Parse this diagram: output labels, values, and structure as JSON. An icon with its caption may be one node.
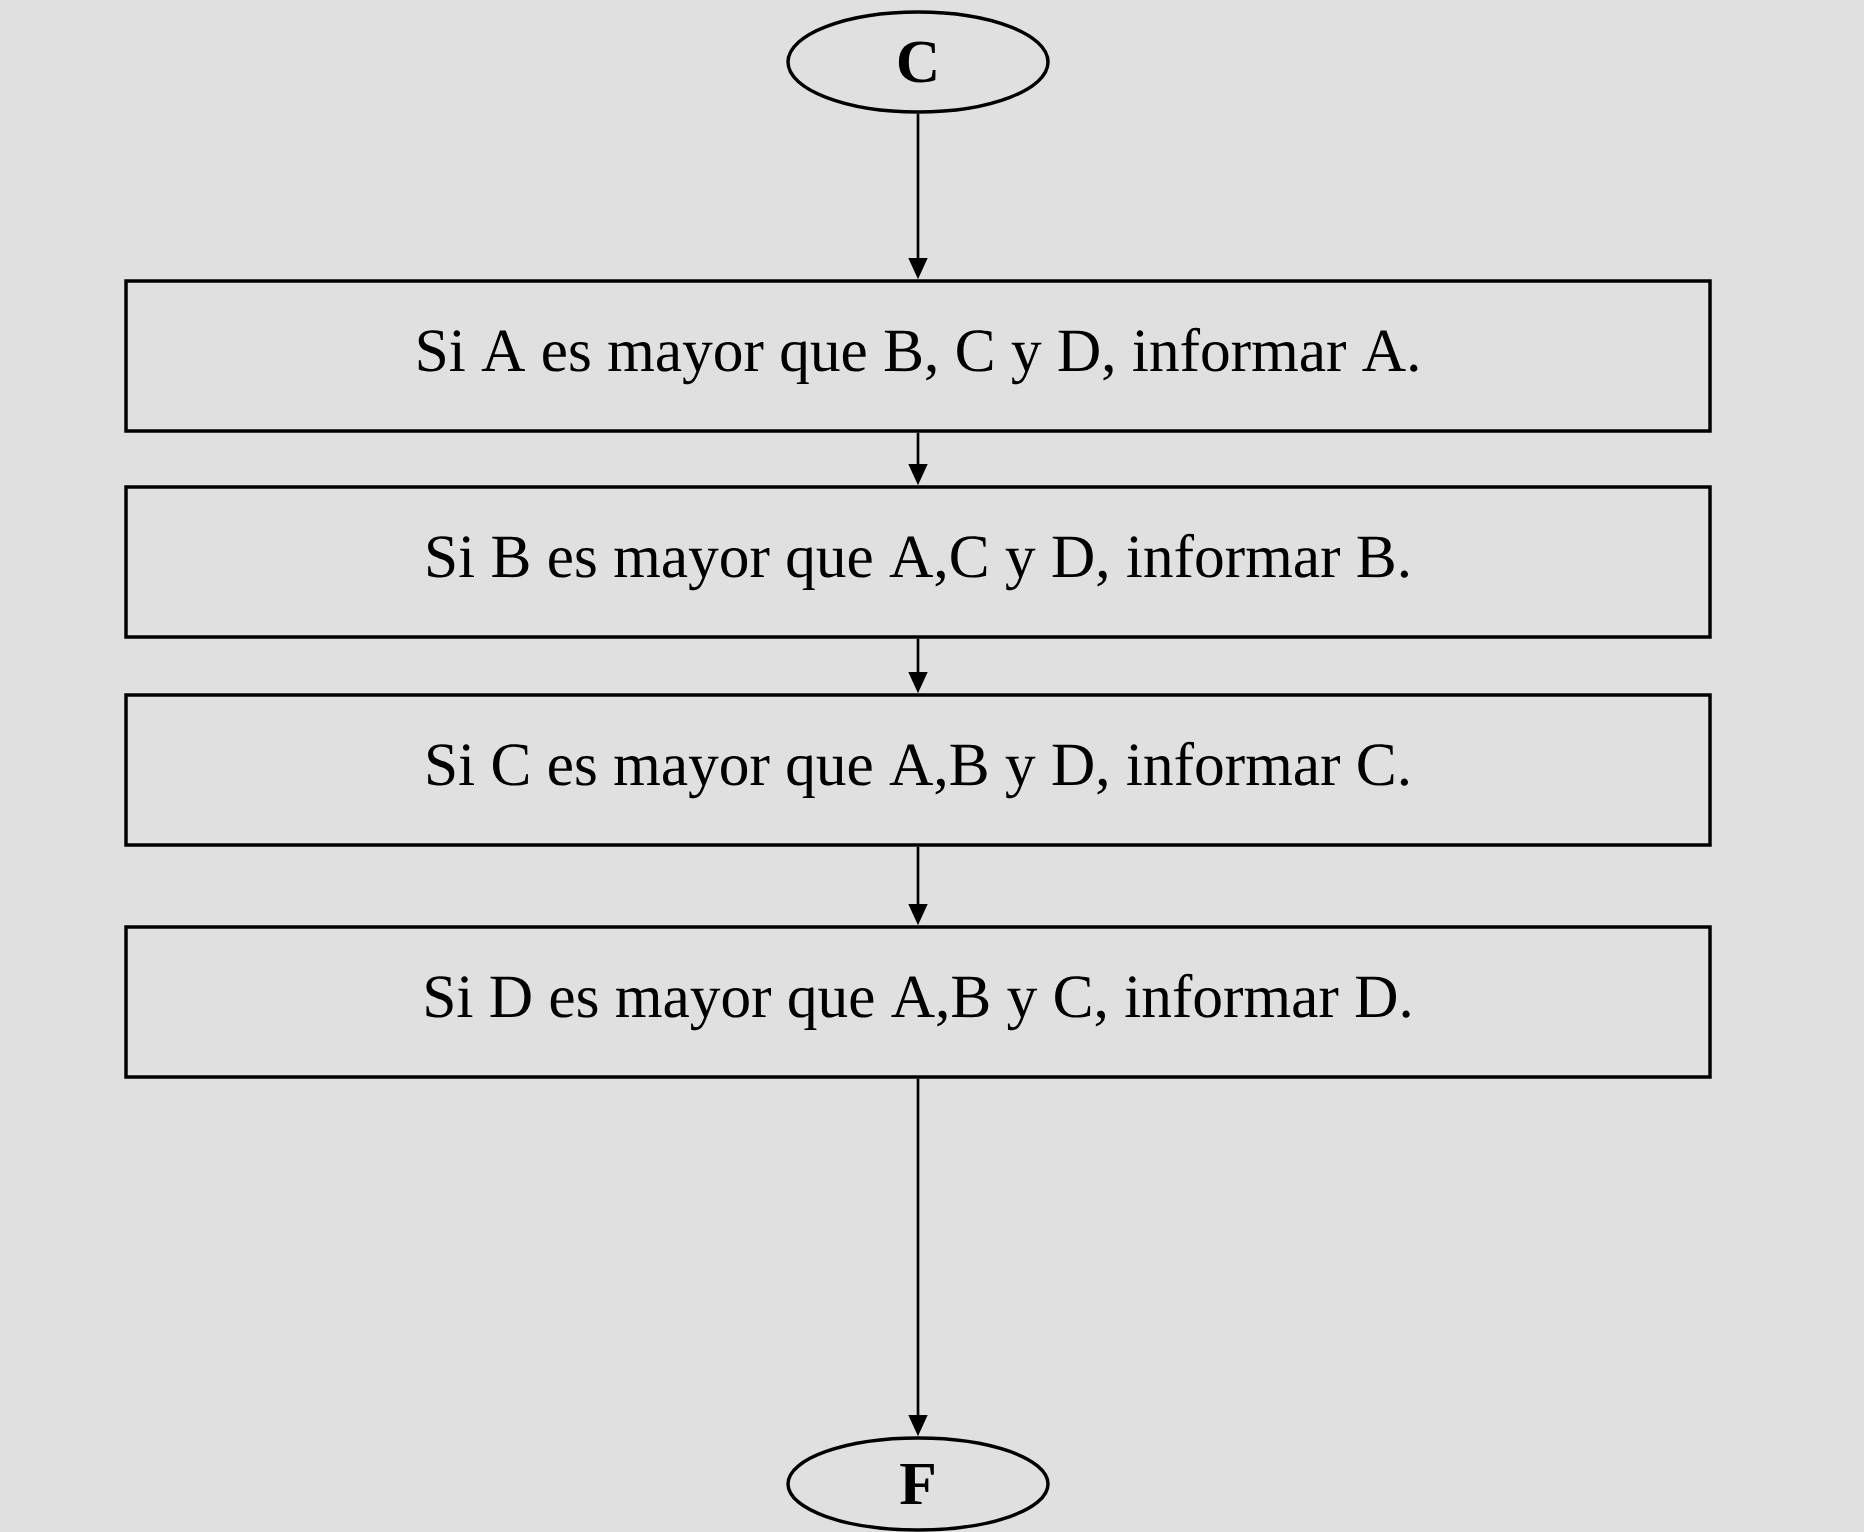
{
  "diagram": {
    "nodes": [
      {
        "text": [
          "C"
        ]
      },
      {
        "text": [
          "Si A es mayor que B, C y D, informar A."
        ]
      },
      {
        "text": [
          "Si B es mayor que A,C y D, informar B."
        ]
      },
      {
        "text": [
          "Si C es mayor que A,B y D, informar C."
        ]
      },
      {
        "text": [
          "Si D es mayor que A,B y C, informar D."
        ]
      },
      {
        "text": [
          "F"
        ]
      }
    ],
    "edges": [
      {
        "from": 0,
        "to": 1,
        "arrow": "to"
      },
      {
        "from": 1,
        "to": 2,
        "arrow": "to"
      },
      {
        "from": 2,
        "to": 3,
        "arrow": "to"
      },
      {
        "from": 3,
        "to": 4,
        "arrow": "to"
      },
      {
        "from": 4,
        "to": 5,
        "arrow": "to"
      }
    ]
  }
}
